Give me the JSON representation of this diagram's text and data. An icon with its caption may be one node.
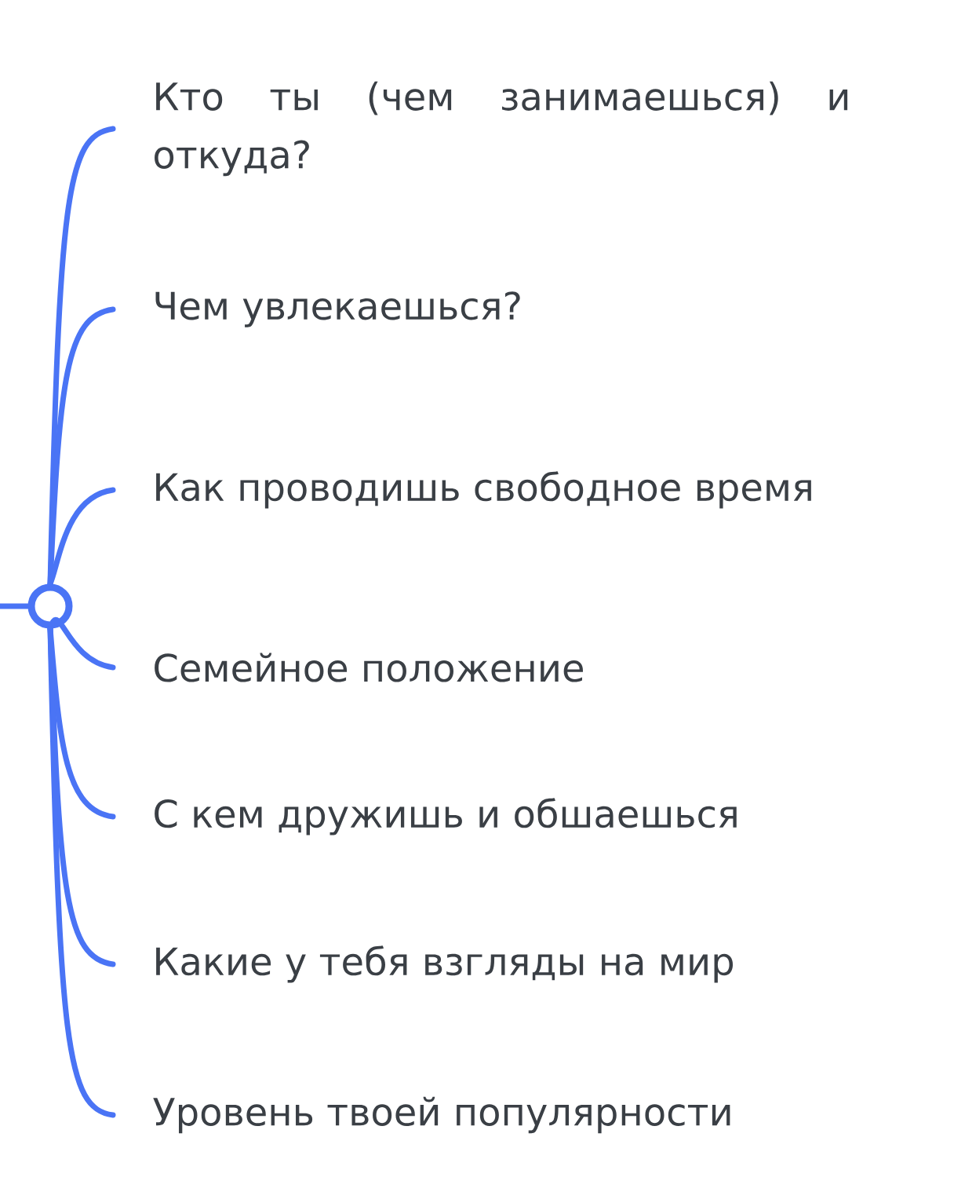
{
  "diagram": {
    "nodes": [
      {
        "text": [],
        "shape": "circle"
      },
      {
        "text": [
          "Кто ты (чем занимаешься) и откуда?"
        ]
      },
      {
        "text": [
          "Чем увлекаешься?"
        ]
      },
      {
        "text": [
          "Как проводишь свободное время"
        ]
      },
      {
        "text": [
          "Семейное положение"
        ]
      },
      {
        "text": [
          "С кем дружишь и обшаешься"
        ]
      },
      {
        "text": [
          "Какие у тебя взгляды на мир"
        ]
      },
      {
        "text": [
          "Уровень твоей популярности"
        ]
      }
    ],
    "edges": [
      {
        "from": null,
        "to": 0,
        "arrow": "none"
      },
      {
        "from": 0,
        "to": 1,
        "arrow": "none"
      },
      {
        "from": 0,
        "to": 2,
        "arrow": "none"
      },
      {
        "from": 0,
        "to": 3,
        "arrow": "none"
      },
      {
        "from": 0,
        "to": 4,
        "arrow": "none"
      },
      {
        "from": 0,
        "to": 5,
        "arrow": "none"
      },
      {
        "from": 0,
        "to": 6,
        "arrow": "none"
      },
      {
        "from": 0,
        "to": 7,
        "arrow": "none"
      }
    ]
  }
}
